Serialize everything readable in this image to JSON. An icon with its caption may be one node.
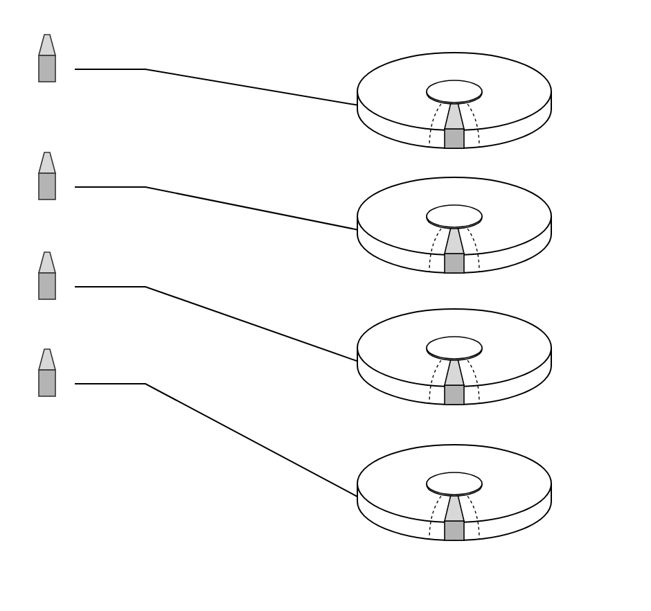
{
  "diagram": {
    "nodes": [
      {
        "text": [],
        "shape": "bar"
      },
      {
        "text": [],
        "shape": "bar"
      },
      {
        "text": [],
        "shape": "bar"
      },
      {
        "text": [],
        "shape": "bar"
      },
      {
        "text": [],
        "shape": "cylinder"
      },
      {
        "text": [],
        "shape": "cylinder"
      },
      {
        "text": [],
        "shape": "cylinder"
      },
      {
        "text": [],
        "shape": "cylinder"
      }
    ],
    "edges": [
      {
        "from": 0,
        "to": 4,
        "arrow": "none"
      },
      {
        "from": 1,
        "to": 5,
        "arrow": "none"
      },
      {
        "from": 2,
        "to": 6,
        "arrow": "none"
      },
      {
        "from": 3,
        "to": 7,
        "arrow": "none"
      }
    ]
  }
}
